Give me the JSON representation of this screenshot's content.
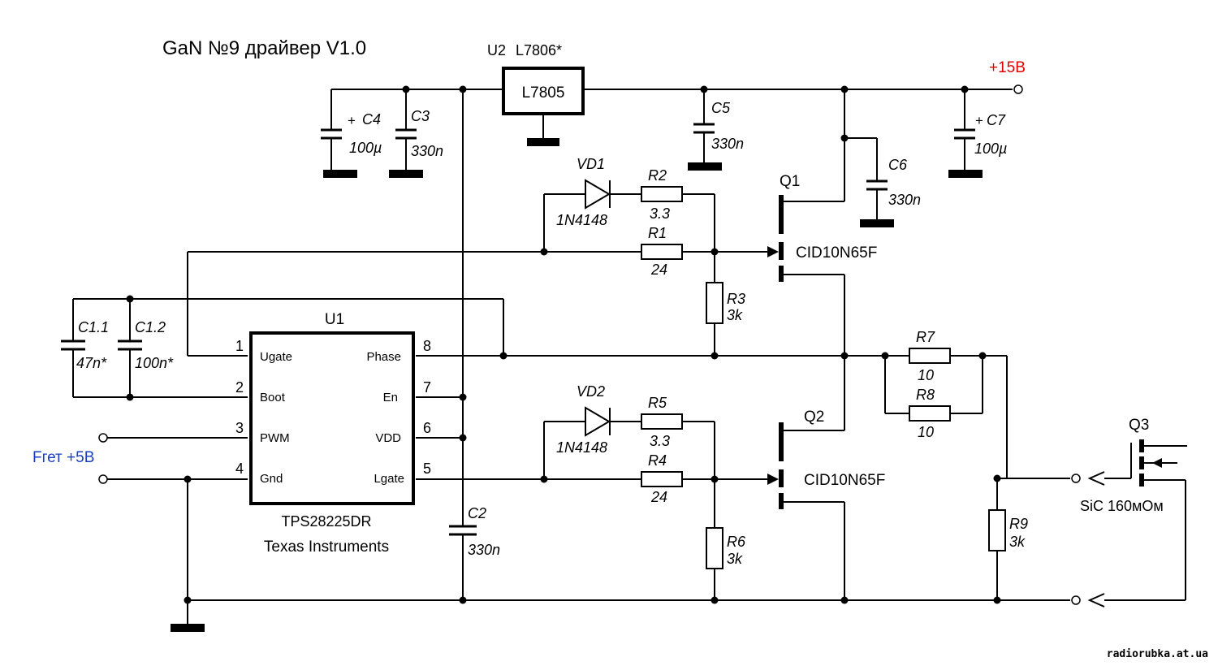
{
  "title": "GaN №9 драйвер V1.0",
  "watermark": "radiorubka.at.ua",
  "colors": {
    "supply": "#e00000",
    "input": "#1a3fc4",
    "ink": "#000000"
  },
  "supply": {
    "label": "+15В"
  },
  "input": {
    "label": "Fгет +5В"
  },
  "regulator": {
    "ref": "U2",
    "alt": "L7806*",
    "part": "L7805"
  },
  "ic": {
    "ref": "U1",
    "part": "TPS28225DR",
    "maker": "Texas Instruments",
    "pins": [
      {
        "num": "1",
        "name": "Ugate"
      },
      {
        "num": "2",
        "name": "Boot"
      },
      {
        "num": "3",
        "name": "PWM"
      },
      {
        "num": "4",
        "name": "Gnd"
      },
      {
        "num": "5",
        "name": "Lgate"
      },
      {
        "num": "6",
        "name": "VDD"
      },
      {
        "num": "7",
        "name": "En"
      },
      {
        "num": "8",
        "name": "Phase"
      }
    ]
  },
  "capacitors": {
    "c4": {
      "ref": "C4",
      "value": "100µ",
      "polarity": "+"
    },
    "c3": {
      "ref": "C3",
      "value": "330n"
    },
    "c5": {
      "ref": "C5",
      "value": "330n"
    },
    "c6": {
      "ref": "C6",
      "value": "330n"
    },
    "c7": {
      "ref": "C7",
      "value": "100µ",
      "polarity": "+"
    },
    "c11": {
      "ref": "C1.1",
      "value": "47n*"
    },
    "c12": {
      "ref": "C1.2",
      "value": "100n*"
    },
    "c2": {
      "ref": "C2",
      "value": "330n"
    }
  },
  "resistors": {
    "r1": {
      "ref": "R1",
      "value": "24"
    },
    "r2": {
      "ref": "R2",
      "value": "3.3"
    },
    "r3": {
      "ref": "R3",
      "value": "3k"
    },
    "r4": {
      "ref": "R4",
      "value": "24"
    },
    "r5": {
      "ref": "R5",
      "value": "3.3"
    },
    "r6": {
      "ref": "R6",
      "value": "3k"
    },
    "r7": {
      "ref": "R7",
      "value": "10"
    },
    "r8": {
      "ref": "R8",
      "value": "10"
    },
    "r9": {
      "ref": "R9",
      "value": "3k"
    }
  },
  "diodes": {
    "vd1": {
      "ref": "VD1",
      "part": "1N4148"
    },
    "vd2": {
      "ref": "VD2",
      "part": "1N4148"
    }
  },
  "transistors": {
    "q1": {
      "ref": "Q1",
      "part": "CID10N65F"
    },
    "q2": {
      "ref": "Q2",
      "part": "CID10N65F"
    },
    "q3": {
      "ref": "Q3",
      "part": "SiC 160мОм"
    }
  }
}
